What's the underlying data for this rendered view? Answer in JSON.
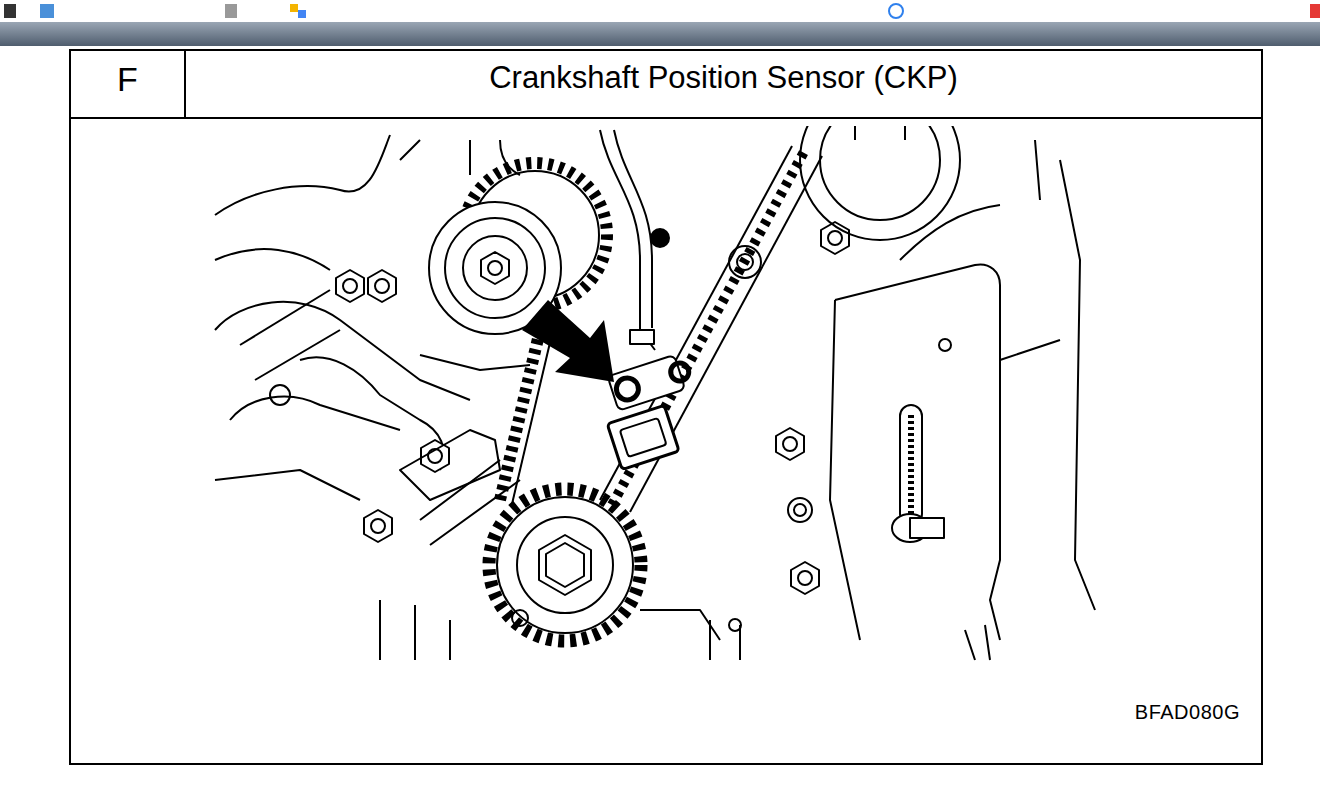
{
  "diagram": {
    "title": "Crankshaft Position Sensor (CKP)",
    "labels": [
      "F",
      "BFAD080G"
    ]
  }
}
